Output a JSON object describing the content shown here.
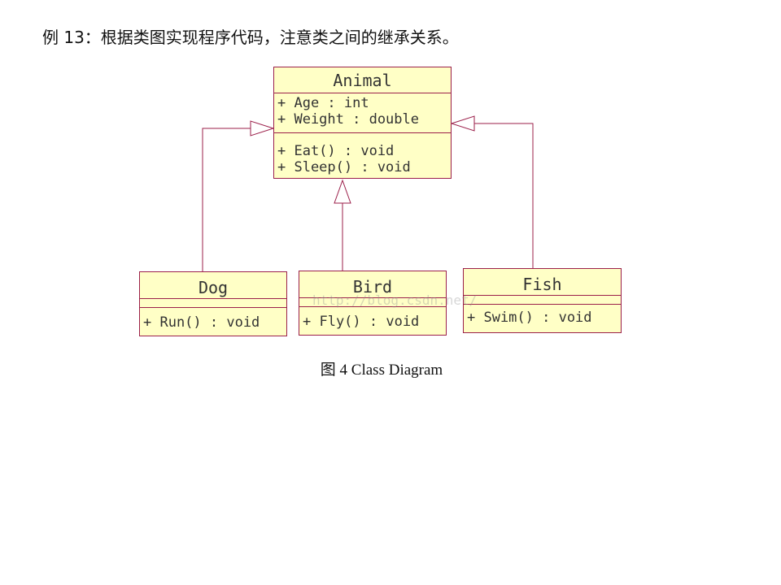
{
  "title": "例 13：根据类图实现程序代码，注意类之间的继承关系。",
  "caption": "图 4 Class Diagram",
  "watermark": "http://blog.csdn.net/",
  "colors": {
    "class_fill": "#ffffc6",
    "class_border": "#9b1f4a"
  },
  "classes": {
    "animal": {
      "name": "Animal",
      "attributes": [
        "+ Age : int",
        "+ Weight : double"
      ],
      "operations": [
        "+ Eat() : void",
        "+ Sleep() : void"
      ]
    },
    "dog": {
      "name": "Dog",
      "attributes": [],
      "operations": [
        "+ Run() : void"
      ]
    },
    "bird": {
      "name": "Bird",
      "attributes": [],
      "operations": [
        "+ Fly() : void"
      ]
    },
    "fish": {
      "name": "Fish",
      "attributes": [],
      "operations": [
        "+ Swim() : void"
      ]
    }
  },
  "relationships": [
    {
      "type": "generalization",
      "from": "Dog",
      "to": "Animal"
    },
    {
      "type": "generalization",
      "from": "Bird",
      "to": "Animal"
    },
    {
      "type": "generalization",
      "from": "Fish",
      "to": "Animal"
    }
  ]
}
